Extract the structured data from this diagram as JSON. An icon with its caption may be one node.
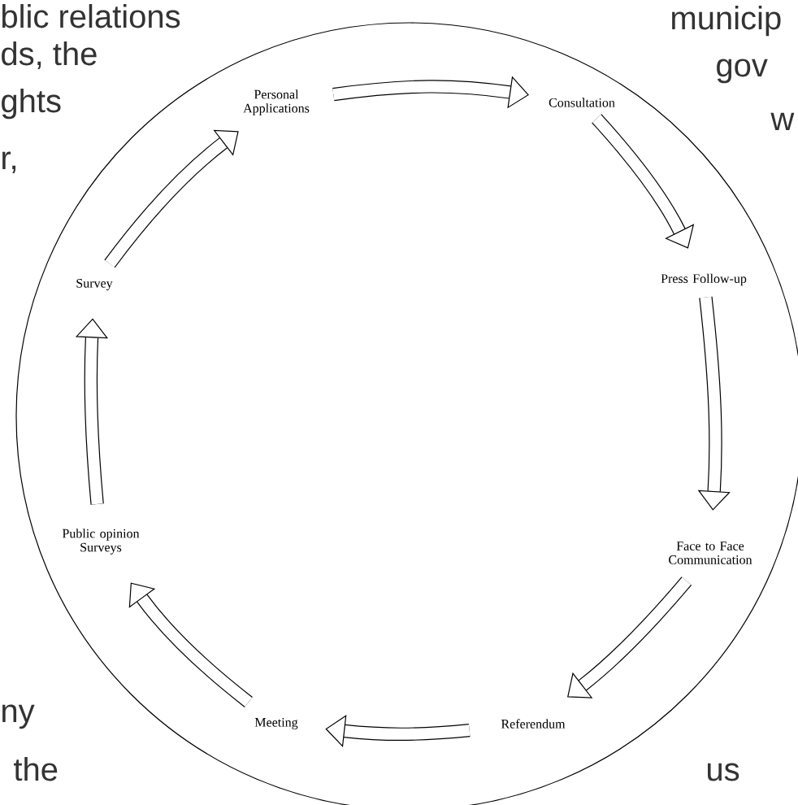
{
  "diagram": {
    "nodes": [
      {
        "text": [
          "Personal Applications"
        ]
      },
      {
        "text": [
          "Consultation"
        ]
      },
      {
        "text": [
          "Press Follow-up"
        ]
      },
      {
        "text": [
          "Face to Face Communication"
        ]
      },
      {
        "text": [
          "Referendum"
        ]
      },
      {
        "text": [
          "Meeting"
        ]
      },
      {
        "text": [
          "Public opinion Surveys"
        ]
      },
      {
        "text": [
          "Survey"
        ]
      }
    ],
    "edges": [
      {
        "from": 0,
        "to": 1,
        "arrow": "to"
      },
      {
        "from": 1,
        "to": 2,
        "arrow": "to"
      },
      {
        "from": 2,
        "to": 3,
        "arrow": "to"
      },
      {
        "from": 3,
        "to": 4,
        "arrow": "to"
      },
      {
        "from": 4,
        "to": 5,
        "arrow": "to"
      },
      {
        "from": 5,
        "to": 6,
        "arrow": "to"
      },
      {
        "from": 6,
        "to": 7,
        "arrow": "to"
      },
      {
        "from": 7,
        "to": 0,
        "arrow": "to"
      }
    ],
    "labels": [
      "blic relations",
      "municip",
      "ds, the",
      "gov",
      "w",
      "ghts",
      "r,",
      "ny",
      "the",
      "us"
    ]
  }
}
